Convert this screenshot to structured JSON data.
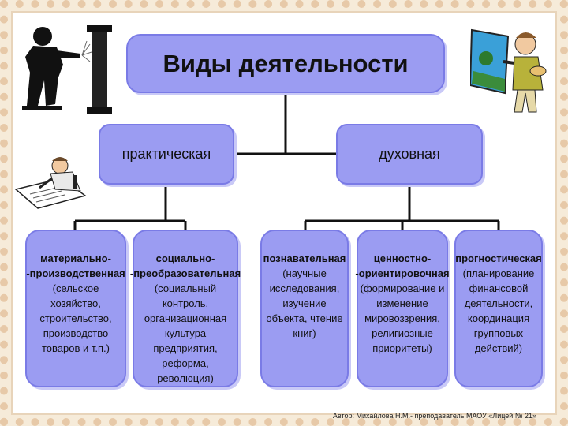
{
  "title": "Виды деятельности",
  "branches": [
    {
      "label": "практическая",
      "children": [
        {
          "heading": "материально- -производственная",
          "desc": "(сельское хозяйство, строительство, производство товаров и т.п.)"
        },
        {
          "heading": "социально- -преобразовательная",
          "desc": "(социальный контроль, организационная культура предприятия, реформа, революция)"
        }
      ]
    },
    {
      "label": "духовная",
      "children": [
        {
          "heading": "познавательная",
          "desc": "(научные исследования, изучение объекта, чтение книг)"
        },
        {
          "heading": "ценностно- -ориентировочная",
          "desc": "(формирование и изменение мировоззрения, религиозные приоритеты)"
        },
        {
          "heading": "прогностическая",
          "desc": "(планирование финансовой деятельности, координация групповых действий)"
        }
      ]
    }
  ],
  "credit": "Автор: Михайлова Н.М.- преподаватель МАОУ «Лицей № 21»",
  "colors": {
    "box_fill": "#9b9cf2",
    "box_border": "#7a7be6",
    "line": "#111111"
  },
  "illustrations": [
    "welder-icon",
    "painter-icon",
    "writer-icon"
  ]
}
